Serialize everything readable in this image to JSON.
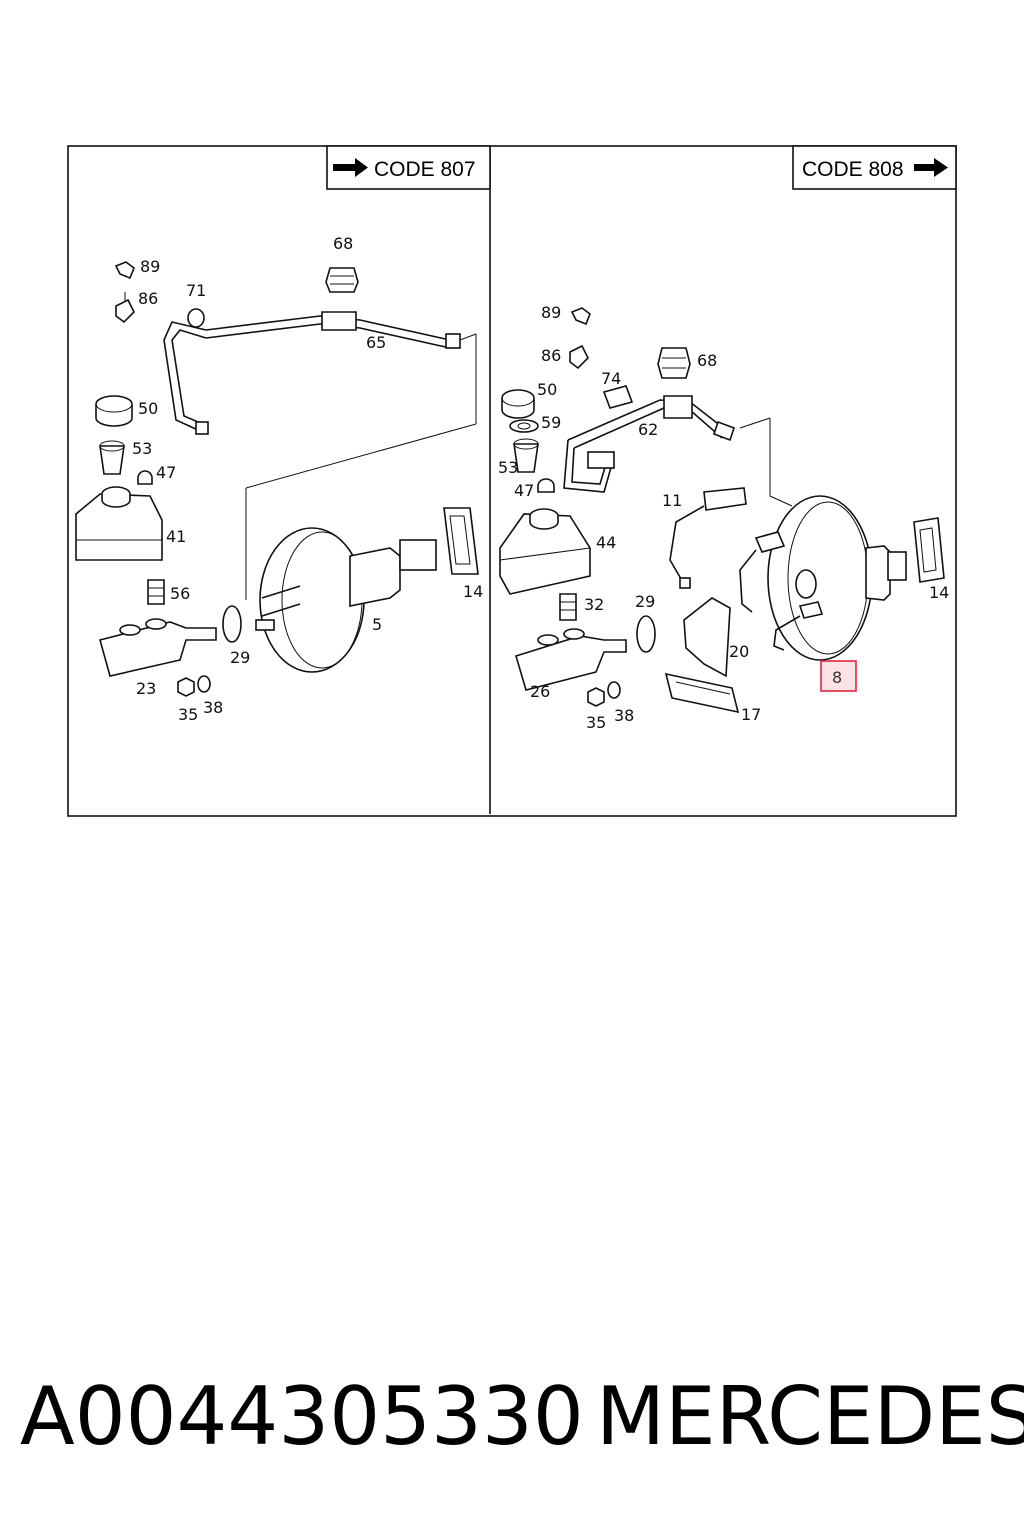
{
  "panels": {
    "left": {
      "code_label": "CODE 807"
    },
    "right": {
      "code_label": "CODE 808"
    }
  },
  "callouts": {
    "left": [
      "89",
      "86",
      "71",
      "68",
      "65",
      "50",
      "53",
      "47",
      "41",
      "56",
      "14",
      "5",
      "29",
      "23",
      "35",
      "38"
    ],
    "right": [
      "89",
      "86",
      "74",
      "68",
      "50",
      "59",
      "62",
      "53",
      "47",
      "11",
      "44",
      "32",
      "29",
      "14",
      "20",
      "26",
      "35",
      "38",
      "17"
    ],
    "highlighted": "8"
  },
  "footer": {
    "part_number": "A0044305330",
    "brand": "MERCEDES"
  },
  "colors": {
    "highlight_stroke": "#e0283a",
    "highlight_fill": "#fde2e6",
    "line": "#111111"
  }
}
